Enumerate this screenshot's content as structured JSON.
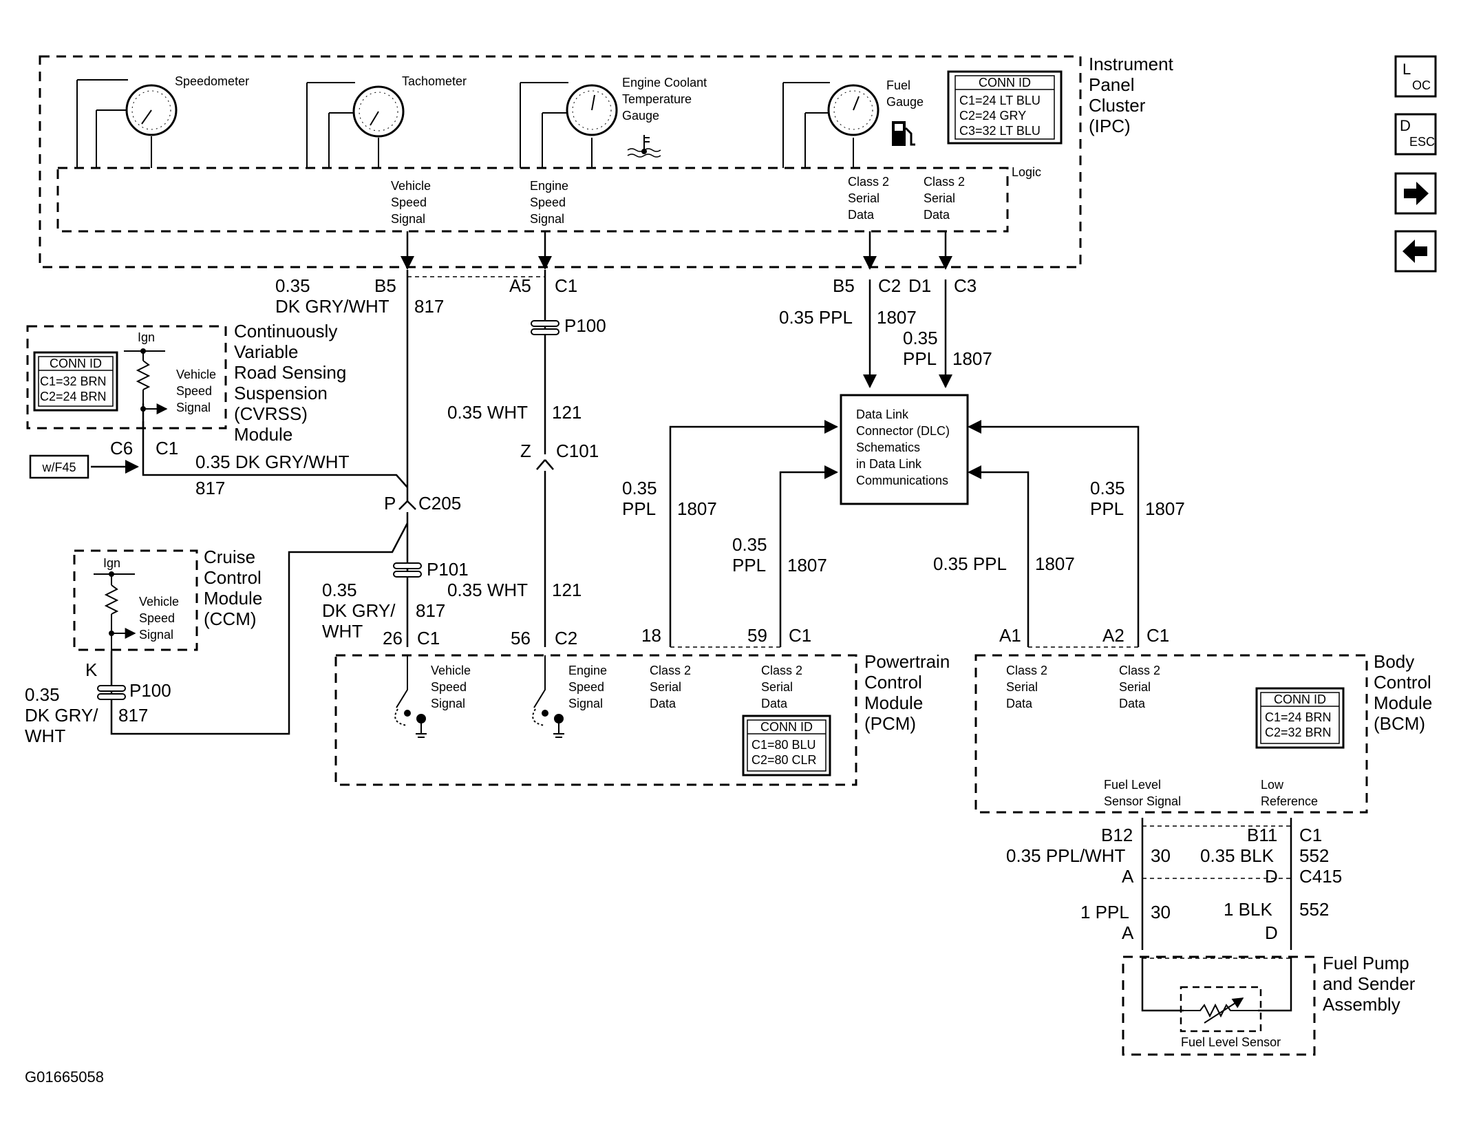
{
  "nav": {
    "loc_main": "L",
    "loc_sub": "OC",
    "desc_main": "D",
    "desc_sub": "ESC",
    "next_glyph": "➔",
    "prev_glyph": "←"
  },
  "figure_id": "G01665058",
  "ipc": {
    "title": [
      "Instrument",
      "Panel",
      "Cluster",
      "(IPC)"
    ],
    "logic": "Logic",
    "speedometer": "Speedometer",
    "tachometer": "Tachometer",
    "ect_gauge": [
      "Engine Coolant",
      "Temperature",
      "Gauge"
    ],
    "fuel_gauge": [
      "Fuel",
      "Gauge"
    ],
    "conn_title": "CONN ID",
    "conn": [
      "C1=24 LT BLU",
      "C2=24 GRY",
      "C3=32 LT BLU"
    ],
    "vss": [
      "Vehicle",
      "Speed",
      "Signal"
    ],
    "ess": [
      "Engine",
      "Speed",
      "Signal"
    ],
    "class2a": [
      "Class 2",
      "Serial",
      "Data"
    ],
    "class2b": [
      "Class 2",
      "Serial",
      "Data"
    ]
  },
  "wires": {
    "vss_gauge": "0.35",
    "vss_color": "DK GRY/WHT",
    "vss_pin": "B5",
    "vss_circuit": "817",
    "ess_pin": "A5",
    "ess_conn": "C1",
    "p100": "P100",
    "ess_wire": "0.35 WHT",
    "ess_circuit": "121",
    "z_pin": "Z",
    "c101": "C101",
    "ipc_b5": "B5",
    "ipc_c2": "C2",
    "ipc_d1": "D1",
    "ipc_c3": "C3",
    "ppl_a": "0.35 PPL",
    "c1807_a": "1807",
    "ppl_b_gauge": "0.35",
    "ppl_b_color": "PPL",
    "c1807_b": "1807",
    "c6": "C6",
    "c1_cvrss": "C1",
    "wf45": "w/F45",
    "cvrss_wire": "0.35 DK GRY/WHT",
    "cvrss_circuit": "817",
    "p_pin": "P",
    "c205": "C205",
    "p101": "P101",
    "pcm_vss_gauge": "0.35",
    "pcm_vss_color1": "DK GRY/",
    "pcm_vss_color2": "WHT",
    "pcm_vss_circuit": "817",
    "ess_wire2": "0.35 WHT",
    "ess_circuit2": "121",
    "k_pin": "K",
    "p100b": "P100",
    "ccm_gauge": "0.35",
    "ccm_color1": "DK GRY/",
    "ccm_color2": "WHT",
    "ccm_circuit": "817",
    "pcm18_gauge": "0.35",
    "pcm18_color": "PPL",
    "pcm18_circuit": "1807",
    "pcm59_gauge": "0.35",
    "pcm59_color": "PPL",
    "pcm59_circuit": "1807",
    "bcm_a1_wire": "0.35 PPL",
    "bcm_a1_circuit": "1807",
    "bcm_a2_gauge": "0.35",
    "bcm_a2_color": "PPL",
    "bcm_a2_circuit": "1807",
    "pcm_26": "26",
    "pcm_c1": "C1",
    "pcm_56": "56",
    "pcm_c2": "C2",
    "pcm_18": "18",
    "pcm_59": "59",
    "pcm_c1b": "C1",
    "bcm_a1": "A1",
    "bcm_a2": "A2",
    "bcm_c1": "C1",
    "b12": "B12",
    "b11": "B11",
    "bcm_c1b": "C1",
    "fl_wire": "0.35 PPL/WHT",
    "fl_circuit": "30",
    "lr_wire": "0.35 BLK",
    "lr_circuit": "552",
    "c415_a": "A",
    "c415_d": "D",
    "c415": "C415",
    "fl_wire2": "1 PPL",
    "fl_circuit2": "30",
    "lr_wire2": "1 BLK",
    "lr_circuit2": "552",
    "fp_a": "A",
    "fp_d": "D"
  },
  "cvrss": {
    "title": [
      "Continuously",
      "Variable",
      "Road Sensing",
      "Suspension",
      "(CVRSS)",
      "Module"
    ],
    "ign": "Ign",
    "vss": [
      "Vehicle",
      "Speed",
      "Signal"
    ],
    "conn_title": "CONN ID",
    "conn": [
      "C1=32 BRN",
      "C2=24 BRN"
    ]
  },
  "ccm": {
    "title": [
      "Cruise",
      "Control",
      "Module",
      "(CCM)"
    ],
    "ign": "Ign",
    "vss": [
      "Vehicle",
      "Speed",
      "Signal"
    ]
  },
  "dlc": {
    "text": [
      "Data Link",
      "Connector (DLC)",
      "Schematics",
      "in Data Link",
      "Communications"
    ]
  },
  "pcm": {
    "title": [
      "Powertrain",
      "Control",
      "Module",
      "(PCM)"
    ],
    "vss": [
      "Vehicle",
      "Speed",
      "Signal"
    ],
    "ess": [
      "Engine",
      "Speed",
      "Signal"
    ],
    "class2a": [
      "Class 2",
      "Serial",
      "Data"
    ],
    "class2b": [
      "Class 2",
      "Serial",
      "Data"
    ],
    "conn_title": "CONN ID",
    "conn": [
      "C1=80 BLU",
      "C2=80 CLR"
    ]
  },
  "bcm": {
    "title": [
      "Body",
      "Control",
      "Module",
      "(BCM)"
    ],
    "class2a": [
      "Class 2",
      "Serial",
      "Data"
    ],
    "class2b": [
      "Class 2",
      "Serial",
      "Data"
    ],
    "conn_title": "CONN ID",
    "conn": [
      "C1=24 BRN",
      "C2=32 BRN"
    ],
    "fls": [
      "Fuel Level",
      "Sensor Signal"
    ],
    "lowref": [
      "Low",
      "Reference"
    ]
  },
  "fuelpump": {
    "title": [
      "Fuel Pump",
      "and Sender",
      "Assembly"
    ],
    "sensor": "Fuel Level Sensor"
  }
}
